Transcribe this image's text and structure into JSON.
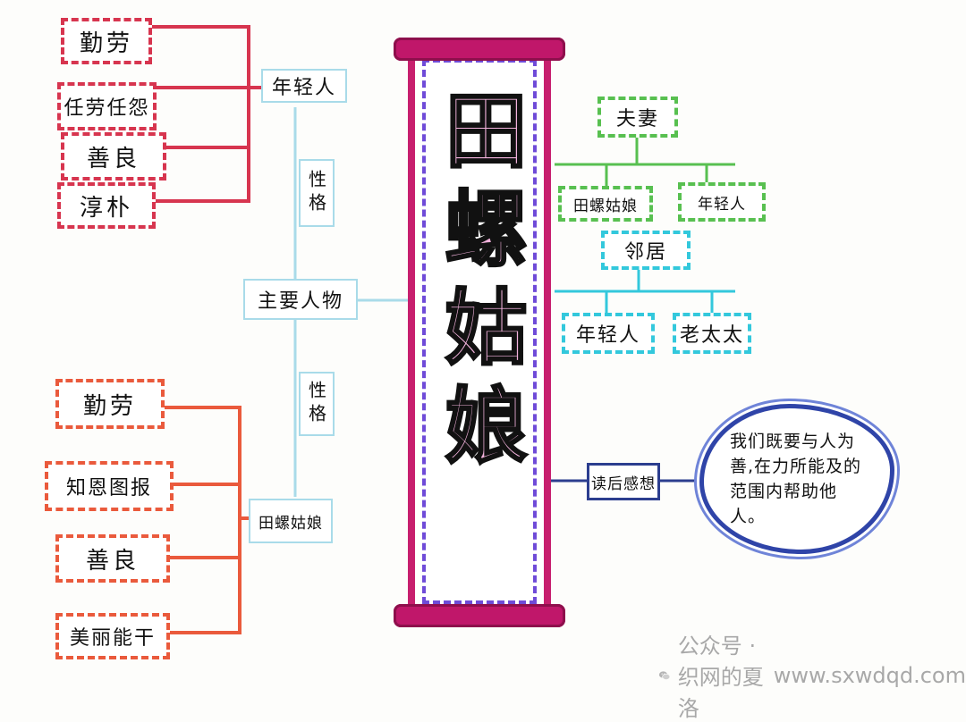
{
  "scroll": {
    "title": "田螺姑娘"
  },
  "hub": {
    "main_characters": "主要人物",
    "reflection": "读后感想"
  },
  "upper": {
    "character": "年轻人",
    "trait_label": "性格",
    "traits": [
      "勤劳",
      "任劳任怨",
      "善良",
      "淳朴"
    ]
  },
  "lower": {
    "character": "田螺姑娘",
    "trait_label": "性格",
    "traits": [
      "勤劳",
      "知恩图报",
      "善良",
      "美丽能干"
    ]
  },
  "relations": {
    "couple_label": "夫妻",
    "couple": [
      "田螺姑娘",
      "年轻人"
    ],
    "neighbor_label": "邻居",
    "neighbors": [
      "年轻人",
      "老太太"
    ]
  },
  "reflection_text": "我们既要与人为善,在力所能及的范围内帮助他人。",
  "watermark": {
    "text": "公众号 · 织网的夏洛",
    "url": "www.sxwdqd.com"
  },
  "colors": {
    "upper_traits": "#d7354f",
    "lower_traits": "#ea5a3c",
    "character_links": "#a9dbe9",
    "couple": "#58c050",
    "neighbors": "#33c8dc",
    "reflection": "#2c3e8f",
    "scroll": "#c71f6e"
  }
}
